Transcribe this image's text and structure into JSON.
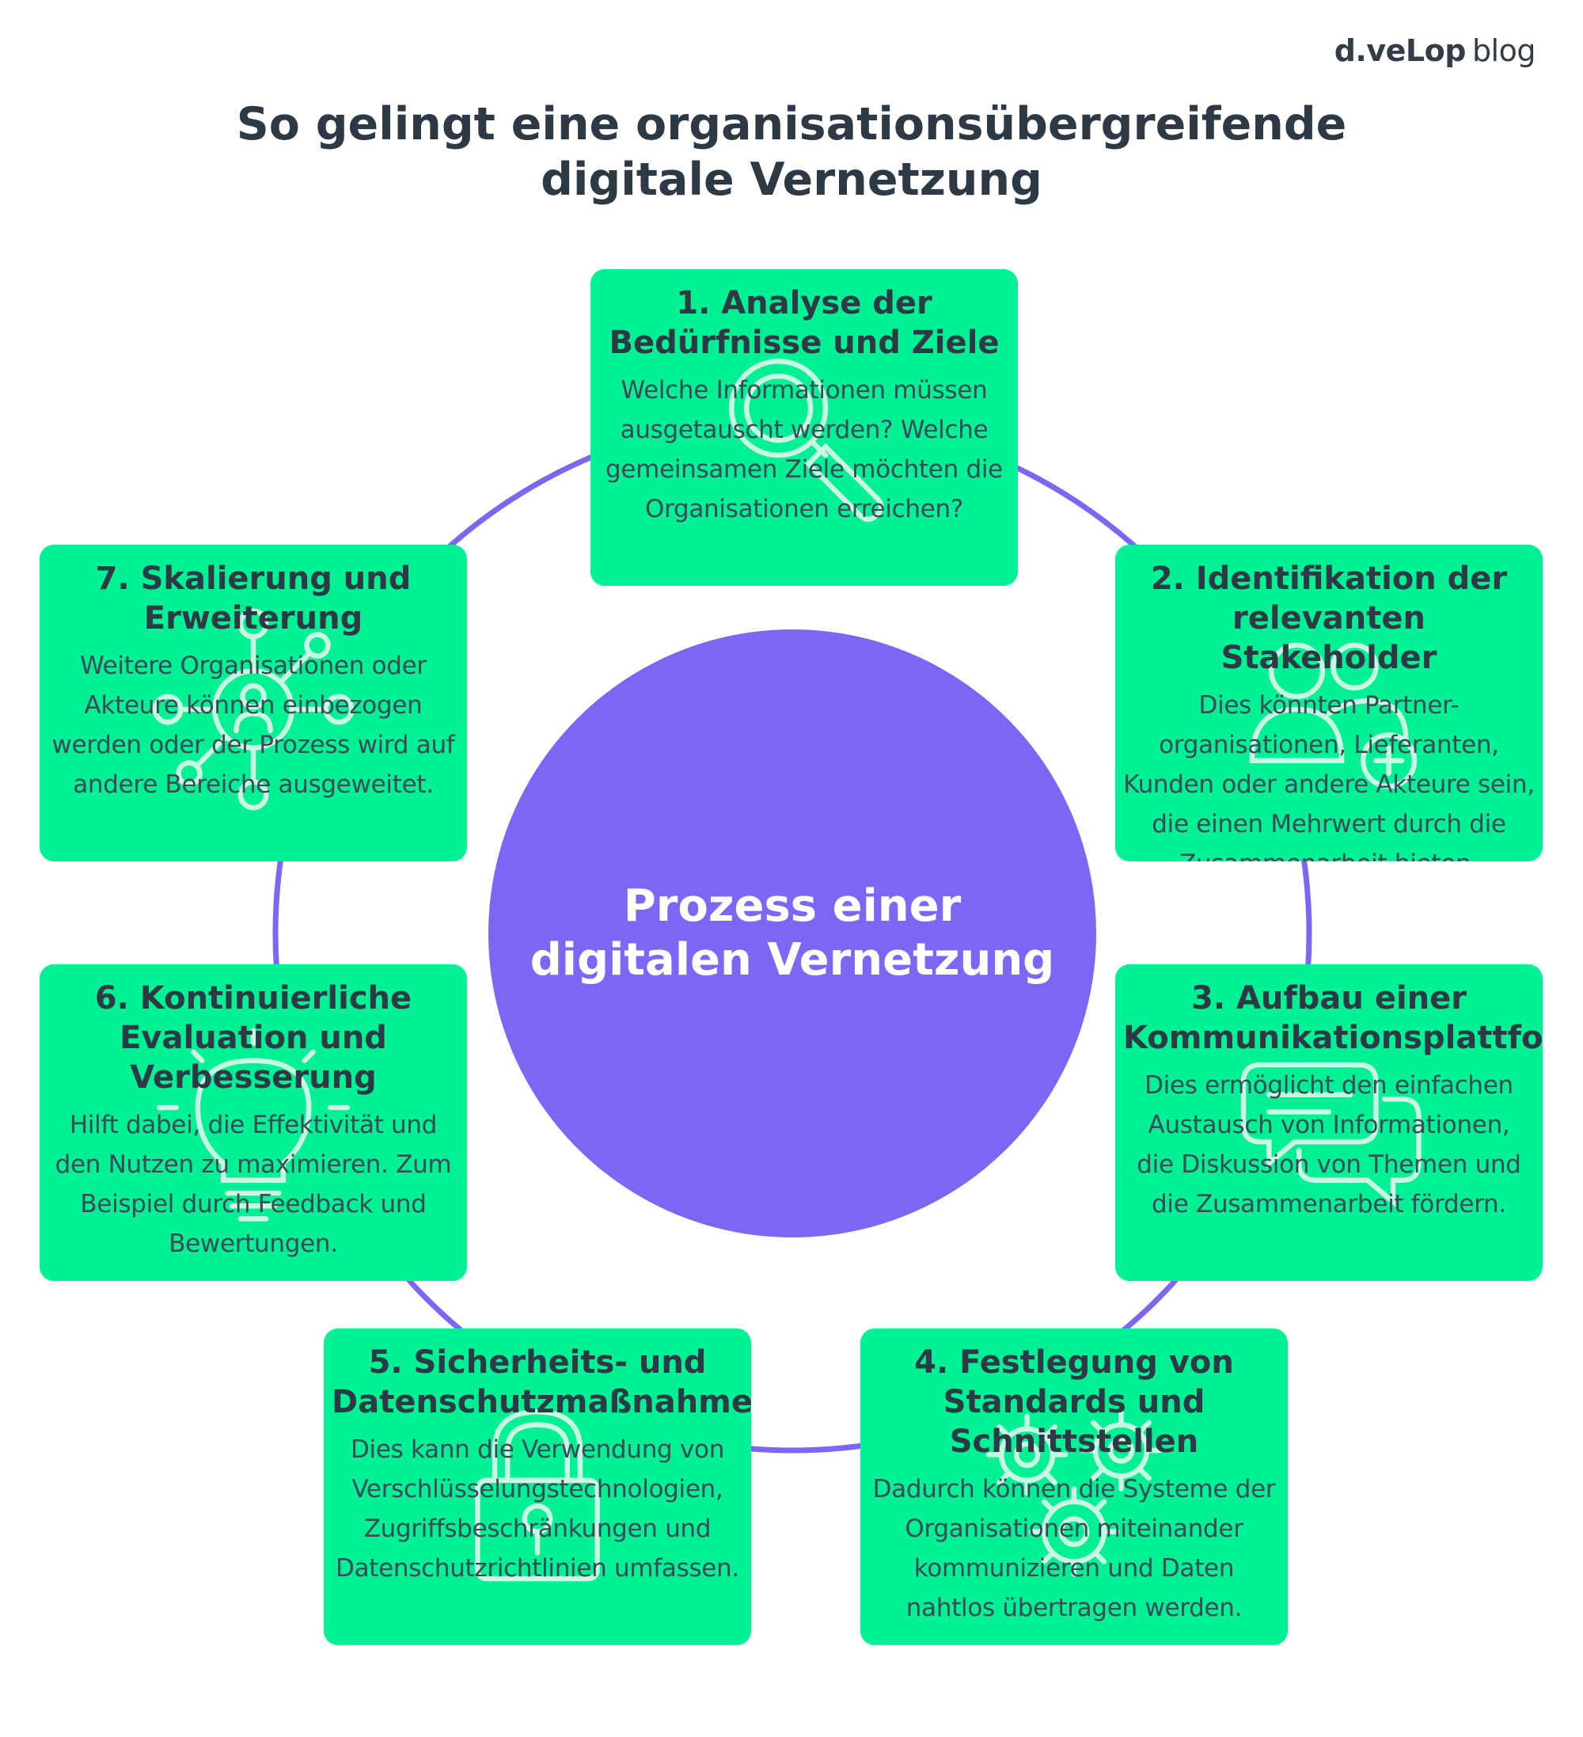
{
  "brand": {
    "logo": "d.veLop",
    "suffix": "blog"
  },
  "title": {
    "line1": "So gelingt eine organisationsübergreifende",
    "line2": "digitale Vernetzung"
  },
  "center": {
    "line1": "Prozess einer",
    "line2": "digitalen Vernetzung"
  },
  "colors": {
    "ring": "#7e65f3",
    "center": "#7e65f3",
    "card": "#00f095",
    "text": "#2d3a45"
  },
  "steps": [
    {
      "icon": "magnifier-icon",
      "title": [
        "1. Analyse der",
        "Bedürfnisse und Ziele"
      ],
      "text": [
        "Welche Informationen müssen",
        "ausgetauscht werden? Welche",
        "gemeinsamen Ziele möchten die",
        "Organisationen erreichen?"
      ]
    },
    {
      "icon": "stakeholders-icon",
      "title": [
        "2. Identifikation der",
        "relevanten Stakeholder"
      ],
      "text": [
        "Dies könnten Partner-",
        "organisationen, Lieferanten,",
        "Kunden oder andere Akteure sein,",
        "die einen Mehrwert durch die",
        "Zusammenarbeit bieten."
      ]
    },
    {
      "icon": "chat-bubbles-icon",
      "title": [
        "3. Aufbau einer",
        "Kommunikationsplattform"
      ],
      "text": [
        "Dies ermöglicht den einfachen",
        "Austausch von Informationen,",
        "die Diskussion von Themen und",
        "die Zusammenarbeit fördern."
      ]
    },
    {
      "icon": "gears-icon",
      "title": [
        "4. Festlegung von",
        "Standards und",
        "Schnittstellen"
      ],
      "text": [
        "Dadurch können die Systeme der",
        "Organisationen miteinander",
        "kommunizieren und Daten",
        "nahtlos übertragen werden."
      ]
    },
    {
      "icon": "padlock-icon",
      "title": [
        "5. Sicherheits- und",
        "Datenschutzmaßnahmen"
      ],
      "text": [
        "Dies kann die Verwendung von",
        "Verschlüsselungstechnologien,",
        "Zugriffsbeschränkungen und",
        "Datenschutzrichtlinien umfassen."
      ]
    },
    {
      "icon": "lightbulb-icon",
      "title": [
        "6. Kontinuierliche",
        "Evaluation und",
        "Verbesserung"
      ],
      "text": [
        "Hilft dabei, die Effektivität und",
        "den Nutzen zu maximieren. Zum",
        "Beispiel durch Feedback und",
        "Bewertungen."
      ]
    },
    {
      "icon": "network-icon",
      "title": [
        "7. Skalierung und",
        "Erweiterung"
      ],
      "text": [
        "Weitere Organisationen oder",
        "Akteure können einbezogen",
        "werden oder der Prozess wird auf",
        "andere Bereiche ausgeweitet."
      ]
    }
  ]
}
